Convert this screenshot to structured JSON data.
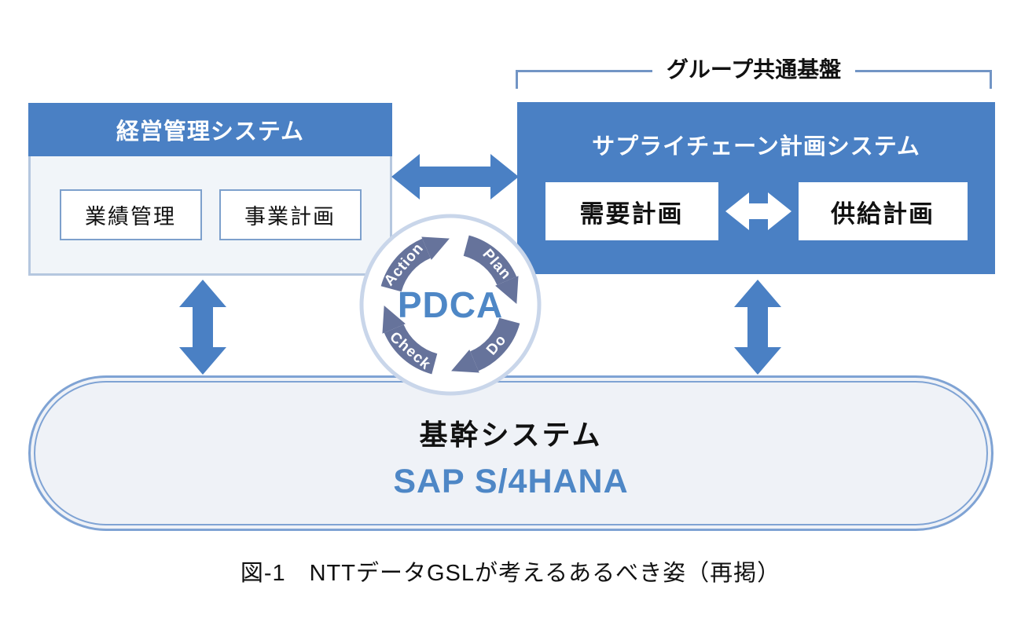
{
  "colors": {
    "box_blue": "#4A80C4",
    "pdca_arrow_slate": "#66739B",
    "accent_blue_text": "#4E87C6",
    "light_panel_fill": "#F1F5F9",
    "border_light_blue": "#7FA3D4"
  },
  "bracket": {
    "label": "グループ共通基盤"
  },
  "management_box": {
    "title": "経営管理システム",
    "items": [
      {
        "label": "業績管理"
      },
      {
        "label": "事業計画"
      }
    ]
  },
  "scp_box": {
    "title": "サプライチェーン計画システム",
    "items": [
      {
        "label": "需要計画"
      },
      {
        "label": "供給計画"
      }
    ]
  },
  "pdca": {
    "center": "PDCA",
    "steps": [
      "Plan",
      "Do",
      "Check",
      "Action"
    ]
  },
  "core_box": {
    "title": "基幹システム",
    "subtitle": "SAP S/4HANA"
  },
  "caption": "図-1　NTTデータGSLが考えるあるべき姿（再掲）"
}
